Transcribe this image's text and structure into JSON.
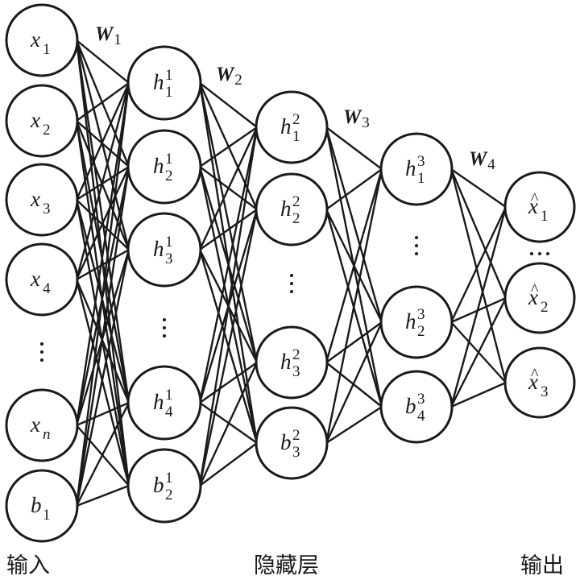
{
  "diagram": {
    "type": "neural-network-autoencoder",
    "line_color": "#1a1a1a",
    "layers": [
      {
        "name": "input",
        "nodes": [
          {
            "id": "x1",
            "base": "x",
            "sub": "1",
            "sup": "",
            "hat": false
          },
          {
            "id": "x2",
            "base": "x",
            "sub": "2",
            "sup": "",
            "hat": false
          },
          {
            "id": "x3",
            "base": "x",
            "sub": "3",
            "sup": "",
            "hat": false
          },
          {
            "id": "x4",
            "base": "x",
            "sub": "4",
            "sup": "",
            "hat": false
          },
          {
            "id": "ellipsis",
            "ellipsis": "vertical"
          },
          {
            "id": "xn",
            "base": "x",
            "sub": "n",
            "sup": "",
            "hat": false,
            "sub_italic": true
          },
          {
            "id": "b1",
            "base": "b",
            "sub": "1",
            "sup": "",
            "hat": false
          }
        ]
      },
      {
        "name": "hidden-1",
        "nodes": [
          {
            "id": "h1_1",
            "base": "h",
            "sub": "1",
            "sup": "1",
            "hat": false
          },
          {
            "id": "h1_2",
            "base": "h",
            "sub": "2",
            "sup": "1",
            "hat": false
          },
          {
            "id": "h1_3",
            "base": "h",
            "sub": "3",
            "sup": "1",
            "hat": false
          },
          {
            "id": "ellipsis",
            "ellipsis": "vertical"
          },
          {
            "id": "h1_4",
            "base": "h",
            "sub": "4",
            "sup": "1",
            "hat": false
          },
          {
            "id": "b2_1",
            "base": "b",
            "sub": "2",
            "sup": "1",
            "hat": false
          }
        ]
      },
      {
        "name": "hidden-2",
        "nodes": [
          {
            "id": "h2_1",
            "base": "h",
            "sub": "1",
            "sup": "2",
            "hat": false
          },
          {
            "id": "h2_2",
            "base": "h",
            "sub": "2",
            "sup": "2",
            "hat": false
          },
          {
            "id": "ellipsis",
            "ellipsis": "vertical"
          },
          {
            "id": "h2_3",
            "base": "h",
            "sub": "3",
            "sup": "2",
            "hat": false
          },
          {
            "id": "b3_2",
            "base": "b",
            "sub": "3",
            "sup": "2",
            "hat": false
          }
        ]
      },
      {
        "name": "hidden-3",
        "nodes": [
          {
            "id": "h3_1",
            "base": "h",
            "sub": "1",
            "sup": "3",
            "hat": false
          },
          {
            "id": "ellipsis",
            "ellipsis": "vertical"
          },
          {
            "id": "h3_2",
            "base": "h",
            "sub": "2",
            "sup": "3",
            "hat": false
          },
          {
            "id": "b4_3",
            "base": "b",
            "sub": "4",
            "sup": "3",
            "hat": false
          }
        ]
      },
      {
        "name": "output",
        "nodes": [
          {
            "id": "xhat1",
            "base": "x",
            "sub": "1",
            "sup": "",
            "hat": true
          },
          {
            "id": "ellipsis",
            "ellipsis": "horizontal"
          },
          {
            "id": "xhat2",
            "base": "x",
            "sub": "2",
            "sup": "",
            "hat": true
          },
          {
            "id": "xhat3",
            "base": "x",
            "sub": "3",
            "sup": "",
            "hat": true
          }
        ]
      }
    ],
    "weights": [
      {
        "base": "W",
        "sub": "1"
      },
      {
        "base": "W",
        "sub": "2"
      },
      {
        "base": "W",
        "sub": "3"
      },
      {
        "base": "W",
        "sub": "4"
      }
    ],
    "captions": {
      "input": "输入",
      "hidden": "隐藏层",
      "output": "输出"
    }
  }
}
